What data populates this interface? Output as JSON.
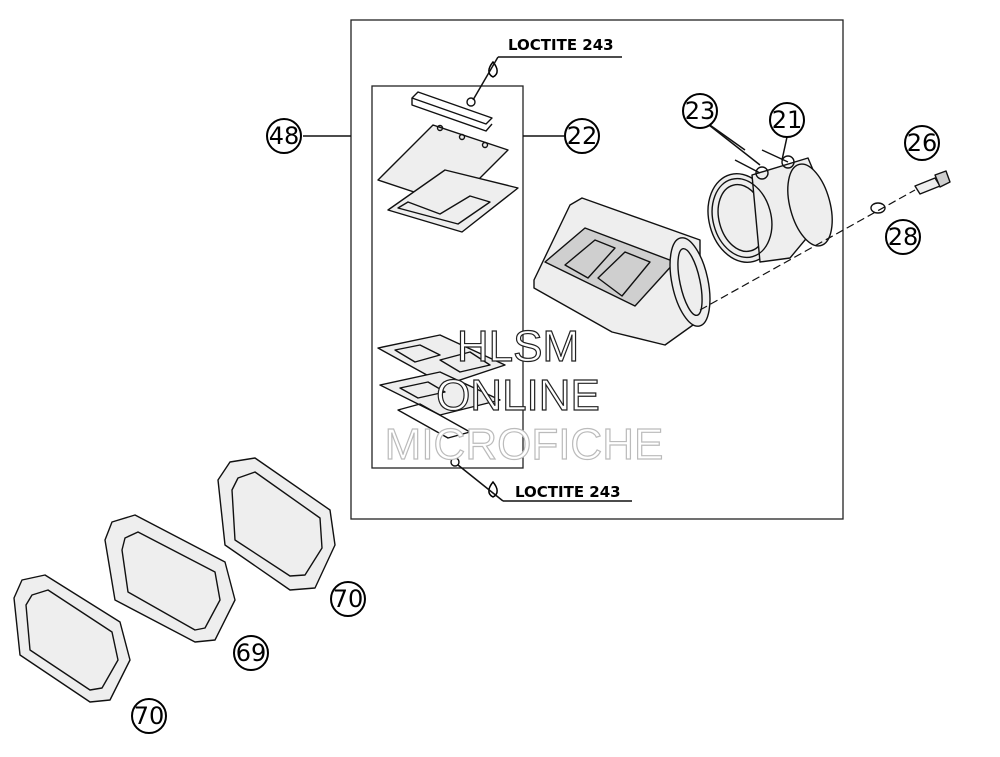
{
  "callouts": {
    "c48": "48",
    "c22": "22",
    "c23": "23",
    "c21": "21",
    "c26": "26",
    "c28": "28",
    "c70_top": "70",
    "c69": "69",
    "c70_bottom": "70"
  },
  "loctite": {
    "top": "LOCTITE 243",
    "bottom": "LOCTITE 243"
  },
  "watermark": {
    "line1": "HLSM",
    "line2": "ONLINE",
    "line3": "MICROFICHE"
  }
}
